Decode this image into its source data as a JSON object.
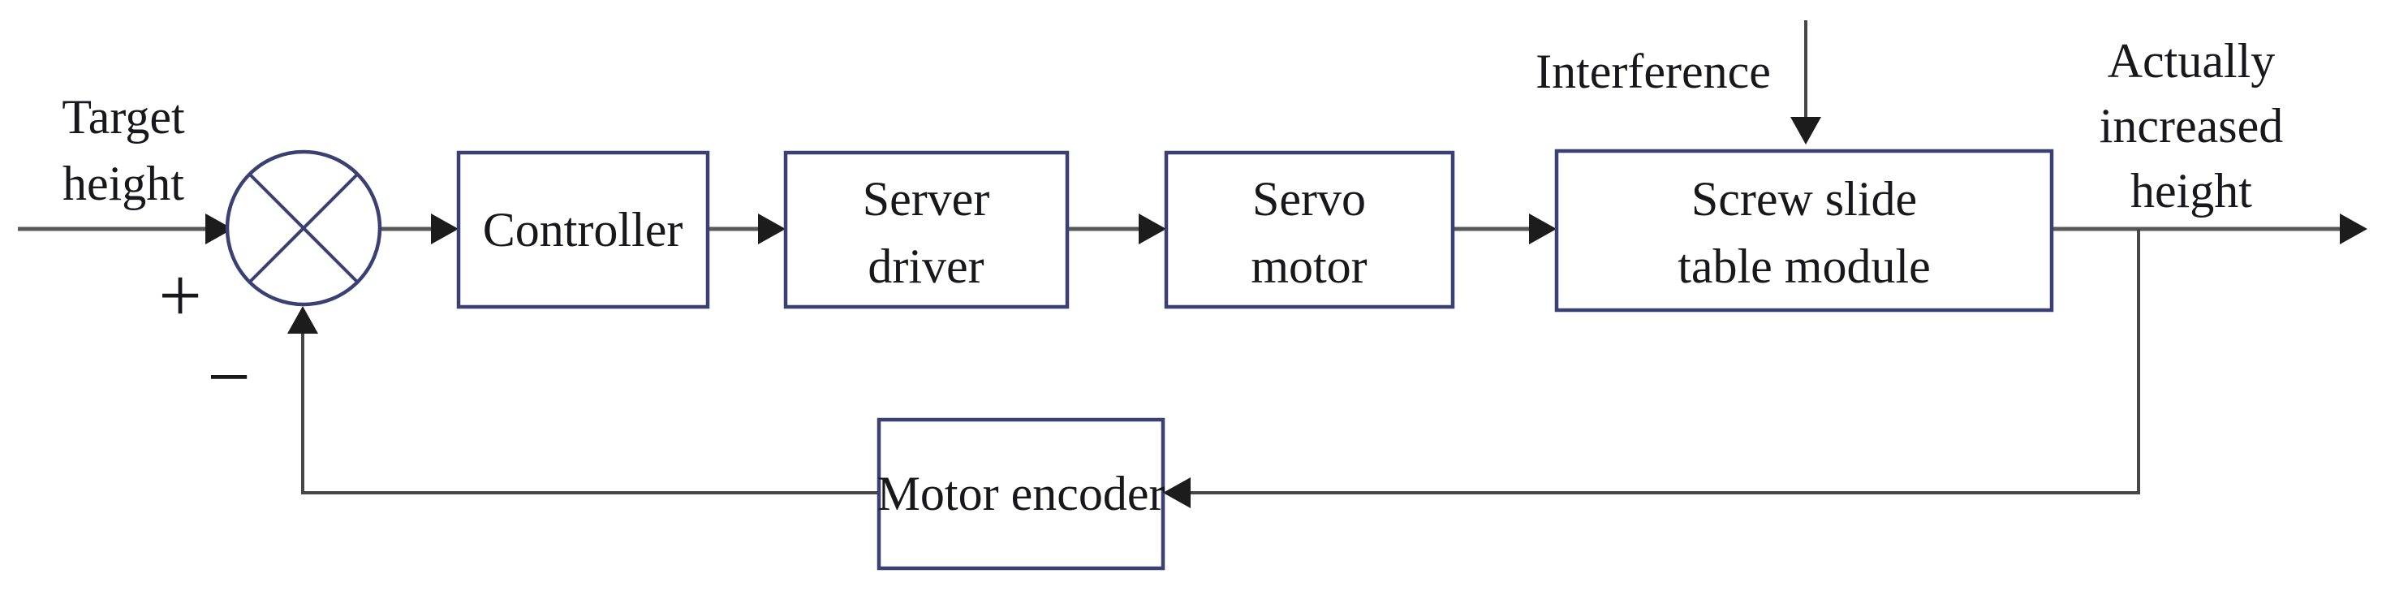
{
  "diagram": {
    "source_label": {
      "line1": "Target",
      "line2": "height"
    },
    "sum_plus": "+",
    "sum_minus": "−",
    "interference_label": "Interference",
    "output_label": {
      "line1": "Actually",
      "line2": "increased",
      "line3": "height"
    },
    "blocks": {
      "controller": {
        "label": "Controller"
      },
      "server_driver": {
        "line1": "Server",
        "line2": "driver"
      },
      "servo_motor": {
        "line1": "Servo",
        "line2": "motor"
      },
      "screw_slide": {
        "line1": "Screw slide",
        "line2": "table module"
      },
      "motor_encoder": {
        "label": "Motor encoder"
      }
    }
  },
  "colors": {
    "box_border": "#3a4172",
    "line_color": "#58595b",
    "arrowhead_color": "#1c1c1c",
    "text_color": "#17171c",
    "background": "#ffffff"
  }
}
